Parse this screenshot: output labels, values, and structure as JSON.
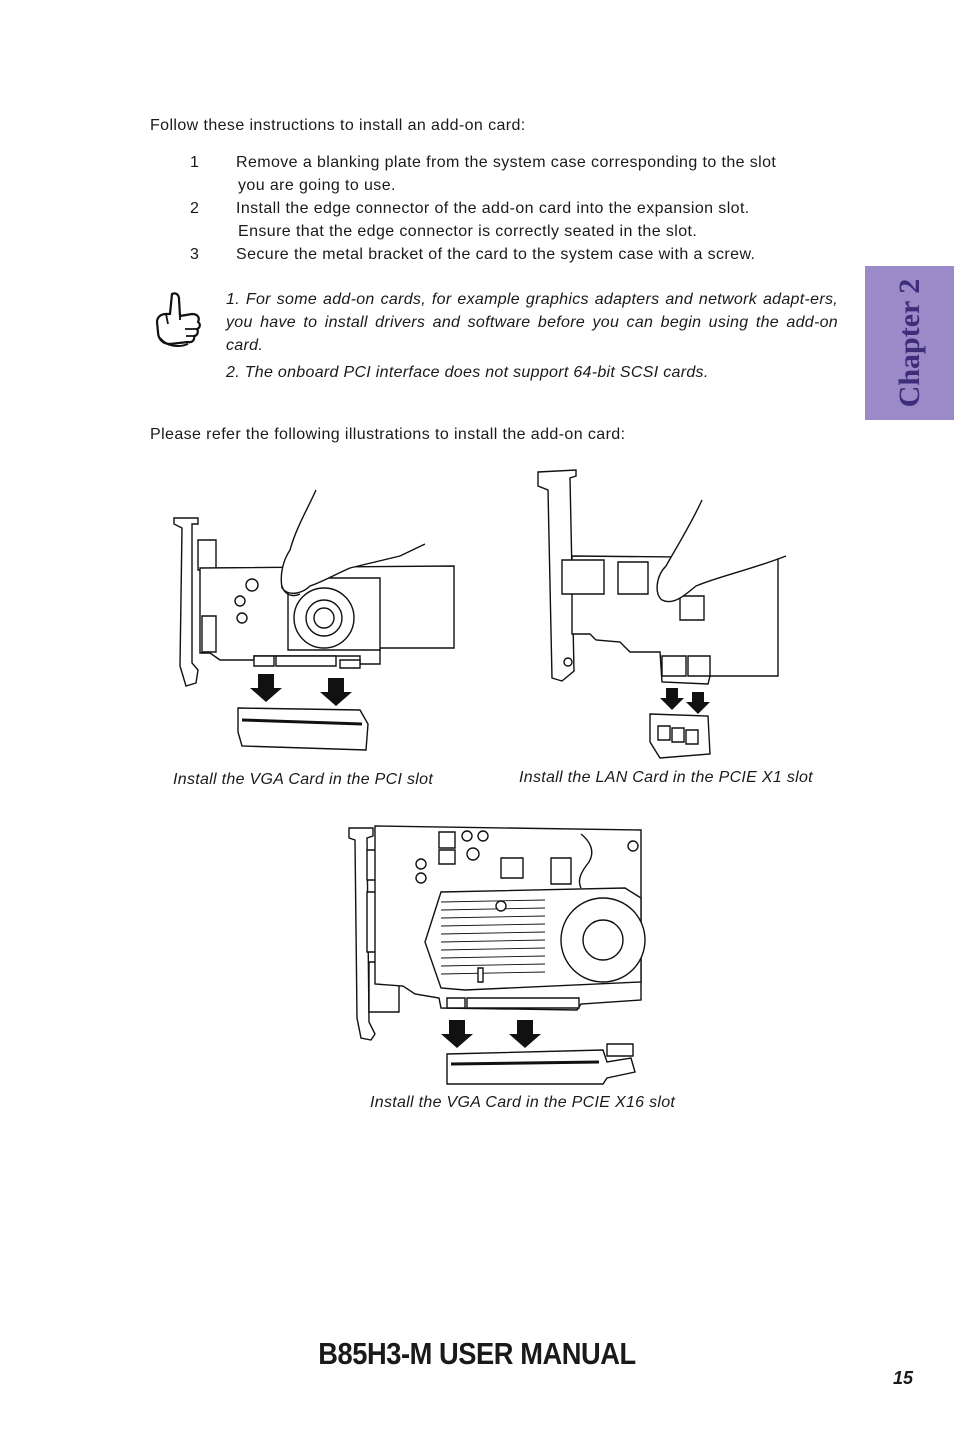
{
  "intro": "Follow these instructions to install an add-on card:",
  "steps": [
    {
      "num": "1",
      "line1": "Remove a blanking plate from the system case corresponding to the slot",
      "line2": "you are going to use."
    },
    {
      "num": "2",
      "line1": "Install the edge connector of the add-on card into the expansion slot.",
      "line2": "Ensure that the edge connector is correctly seated in the slot."
    },
    {
      "num": "3",
      "line1": "Secure the metal bracket of the card to the system case with a screw.",
      "line2": ""
    }
  ],
  "notes": {
    "icon": "pointing-hand-icon",
    "note1": "1. For some add-on cards, for example graphics adapters and network adapt-ers, you have to install drivers and software before you can begin using the add-on card.",
    "note2": "2. The onboard PCI interface does not support 64-bit SCSI cards."
  },
  "refer": "Please refer the following illustrations to install the add-on card:",
  "chapter_tab": "Chapter 2",
  "figures": {
    "vga_pci": "Install the VGA Card in the PCI slot",
    "lan_pcie": "Install the LAN Card in the PCIE X1 slot",
    "vga_pcie16": "Install the VGA Card in the PCIE X16 slot"
  },
  "footer": {
    "title": "B85H3-M USER MANUAL",
    "page": "15"
  },
  "colors": {
    "tab_bg": "#9a8ac8",
    "tab_text": "#3d2d7a"
  }
}
